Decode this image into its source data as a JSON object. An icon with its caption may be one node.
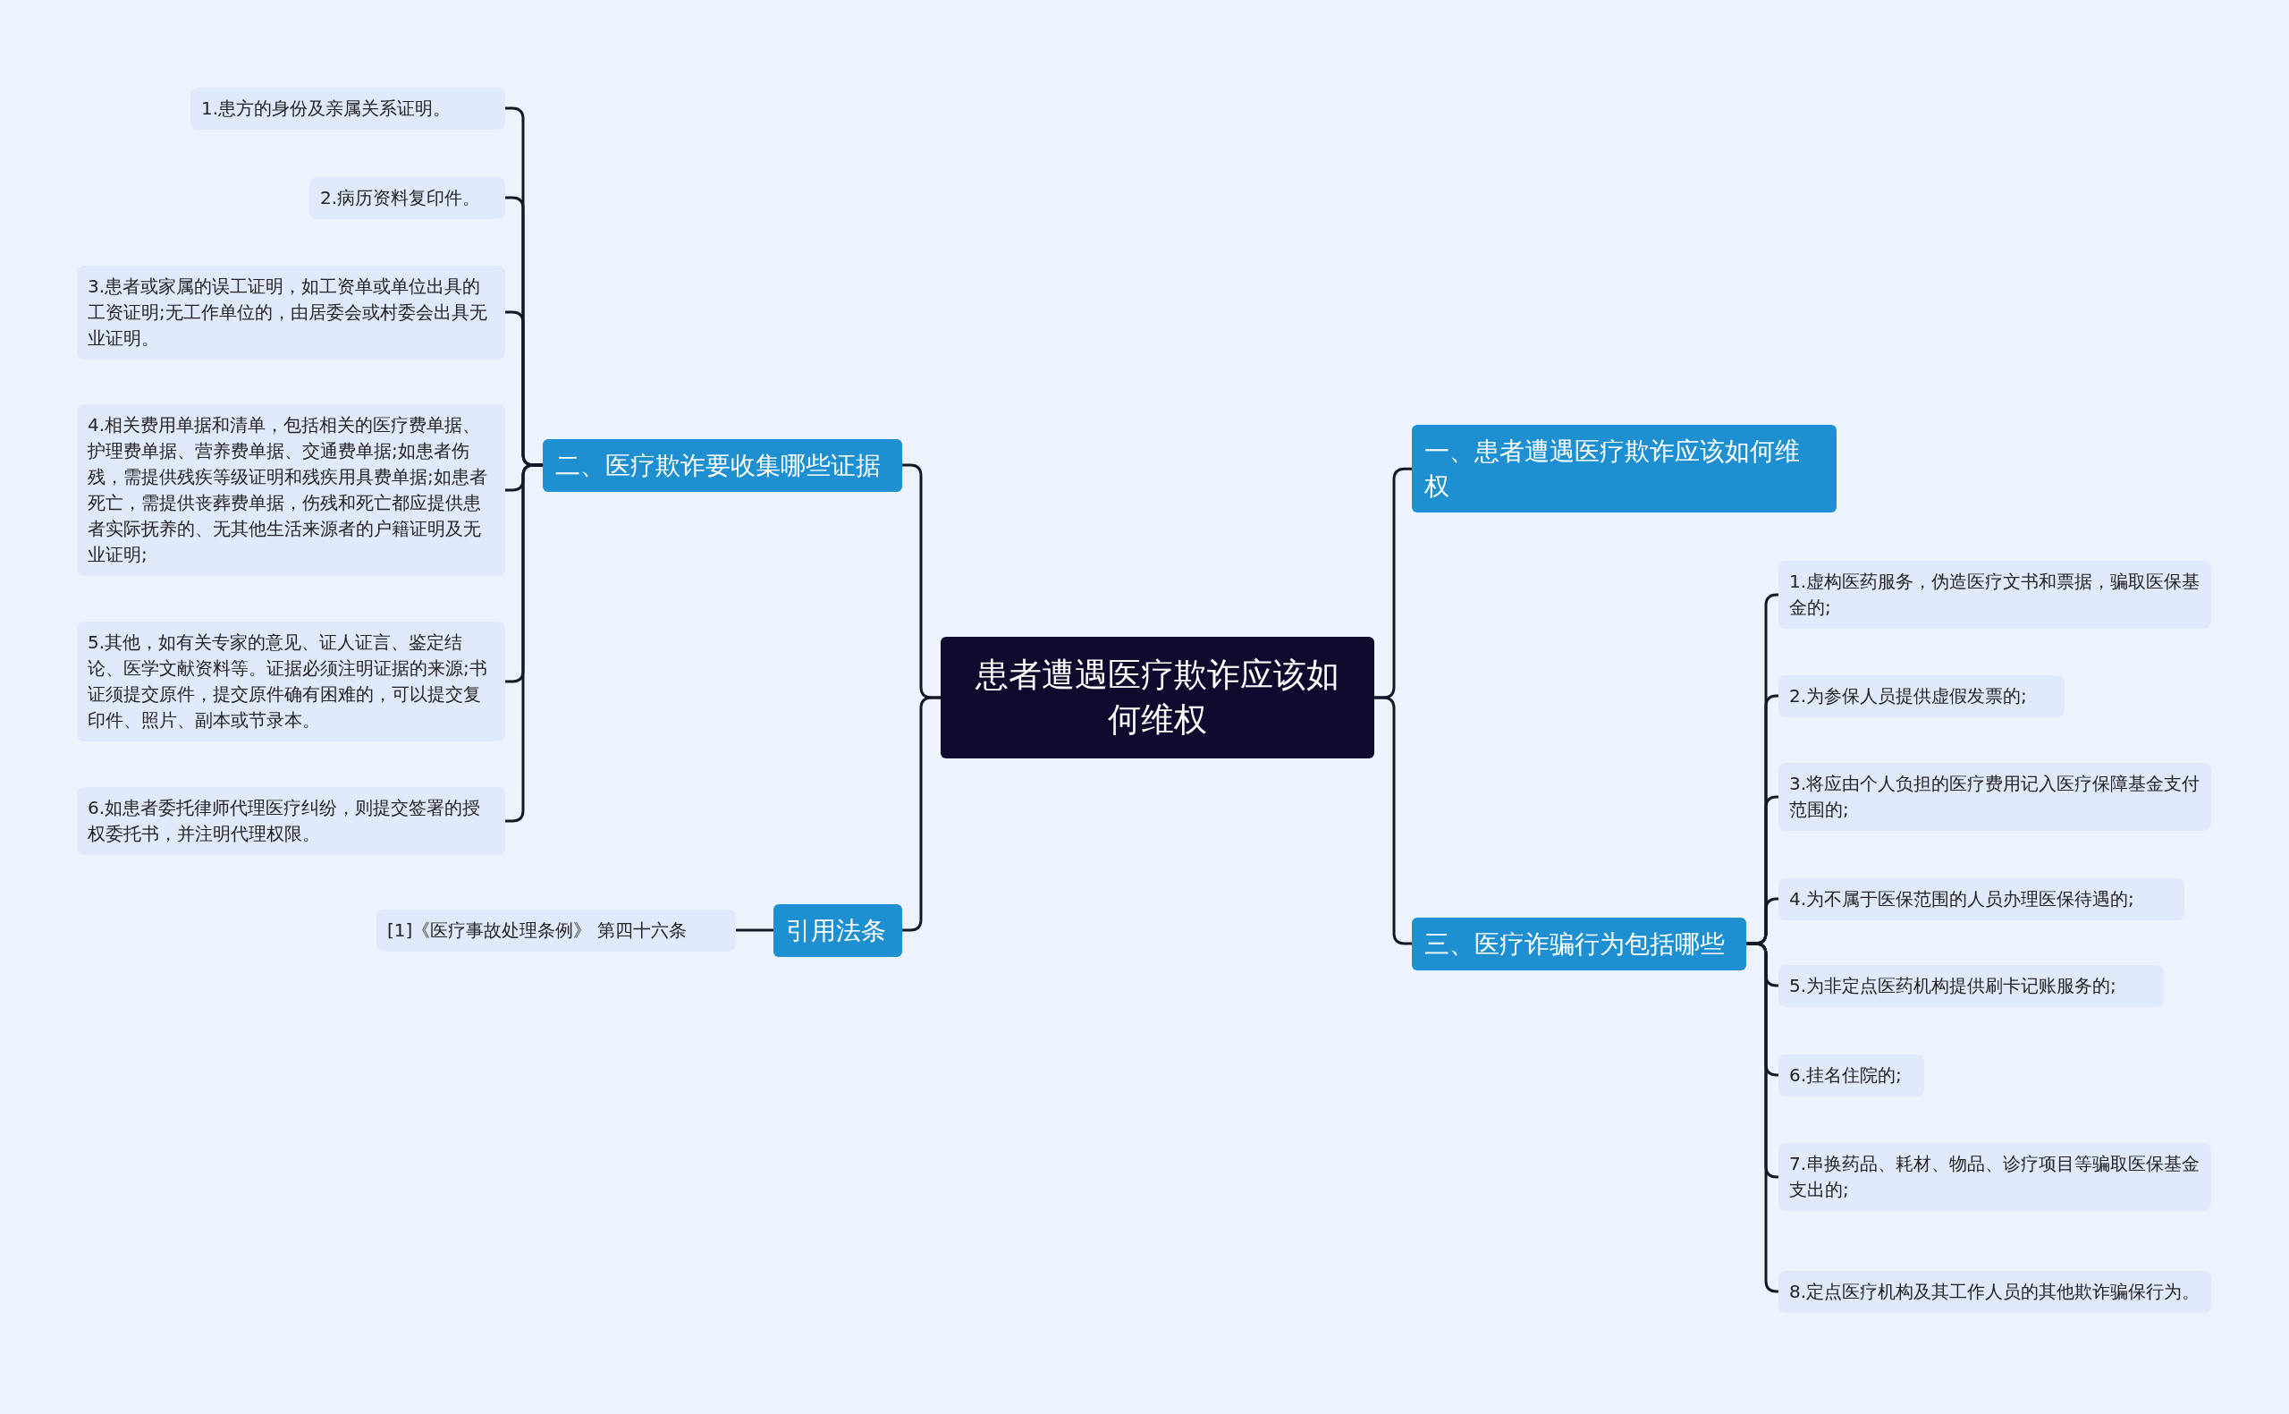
{
  "diagram": {
    "nodes": [
      {
        "text": [
          "患者遭遇医疗欺诈应该如何维权"
        ]
      },
      {
        "text": [
          "二、医疗欺诈要收集哪些证据"
        ]
      },
      {
        "text": [
          "1.患方的身份及亲属关系证明。"
        ]
      },
      {
        "text": [
          "2.病历资料复印件。"
        ]
      },
      {
        "text": [
          "3.患者或家属的误工证明，如工资单或单位出具的工资证明;无工作单位的，由居委会或村委会出具无业证明。"
        ]
      },
      {
        "text": [
          "4.相关费用单据和清单，包括相关的医疗费单据、护理费单据、营养费单据、交通费单据;如患者伤残，需提供残疾等级证明和残疾用具费单据;如患者死亡，需提供丧葬费单据，伤残和死亡都应提供患者实际抚养的、无其他生活来源者的户籍证明及无业证明;"
        ]
      },
      {
        "text": [
          "5.其他，如有关专家的意见、证人证言、鉴定结论、医学文献资料等。证据必须注明证据的来源;书证须提交原件，提交原件确有困难的，可以提交复印件、照片、副本或节录本。"
        ]
      },
      {
        "text": [
          "6.如患者委托律师代理医疗纠纷，则提交签署的授权委托书，并注明代理权限。"
        ]
      },
      {
        "text": [
          "引用法条"
        ]
      },
      {
        "text": [
          "[1]《医疗事故处理条例》 第四十六条"
        ]
      },
      {
        "text": [
          "一、患者遭遇医疗欺诈应该如何维权"
        ]
      },
      {
        "text": [
          "三、医疗诈骗行为包括哪些"
        ]
      },
      {
        "text": [
          "1.虚构医药服务，伪造医疗文书和票据，骗取医保基金的;"
        ]
      },
      {
        "text": [
          "2.为参保人员提供虚假发票的;"
        ]
      },
      {
        "text": [
          "3.将应由个人负担的医疗费用记入医疗保障基金支付范围的;"
        ]
      },
      {
        "text": [
          "4.为不属于医保范围的人员办理医保待遇的;"
        ]
      },
      {
        "text": [
          "5.为非定点医药机构提供刷卡记账服务的;"
        ]
      },
      {
        "text": [
          "6.挂名住院的;"
        ]
      },
      {
        "text": [
          "7.串换药品、耗材、物品、诊疗项目等骗取医保基金支出的;"
        ]
      },
      {
        "text": [
          "8.定点医疗机构及其工作人员的其他欺诈骗保行为。"
        ]
      }
    ],
    "edges": [
      {
        "from": 0,
        "to": 1,
        "arrow": "none"
      },
      {
        "from": 1,
        "to": 2,
        "arrow": "none"
      },
      {
        "from": 1,
        "to": 3,
        "arrow": "none"
      },
      {
        "from": 1,
        "to": 4,
        "arrow": "none"
      },
      {
        "from": 1,
        "to": 5,
        "arrow": "none"
      },
      {
        "from": 1,
        "to": 6,
        "arrow": "none"
      },
      {
        "from": 1,
        "to": 7,
        "arrow": "none"
      },
      {
        "from": 0,
        "to": 8,
        "arrow": "none"
      },
      {
        "from": 8,
        "to": 9,
        "arrow": "none"
      },
      {
        "from": 0,
        "to": 10,
        "arrow": "none"
      },
      {
        "from": 0,
        "to": 11,
        "arrow": "none"
      },
      {
        "from": 11,
        "to": 12,
        "arrow": "none"
      },
      {
        "from": 11,
        "to": 13,
        "arrow": "none"
      },
      {
        "from": 11,
        "to": 14,
        "arrow": "none"
      },
      {
        "from": 11,
        "to": 15,
        "arrow": "none"
      },
      {
        "from": 11,
        "to": 16,
        "arrow": "none"
      },
      {
        "from": 11,
        "to": 17,
        "arrow": "none"
      },
      {
        "from": 11,
        "to": 18,
        "arrow": "none"
      },
      {
        "from": 11,
        "to": 19,
        "arrow": "none"
      }
    ]
  }
}
